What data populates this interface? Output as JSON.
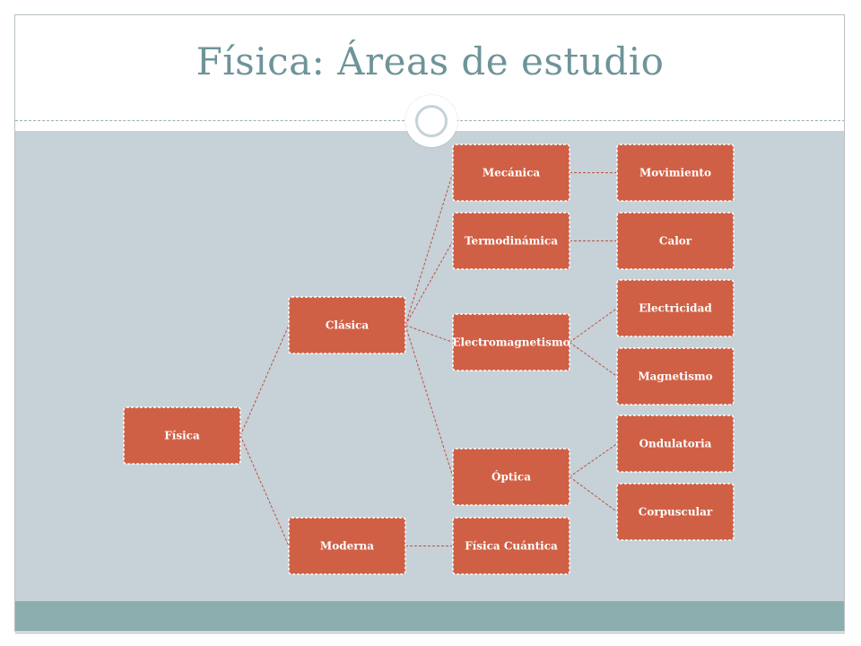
{
  "slide": {
    "title": "Física: Áreas de estudio"
  },
  "diagram": {
    "nodes": {
      "fisica": "Física",
      "clasica": "Clásica",
      "moderna": "Moderna",
      "mecanica": "Mecánica",
      "termodinamica": "Termodinámica",
      "electromagnetismo": "Electromagnetismo",
      "optica": "Óptica",
      "fisica_cuantica": "Física Cuántica",
      "movimiento": "Movimiento",
      "calor": "Calor",
      "electricidad": "Electricidad",
      "magnetismo": "Magnetismo",
      "ondulatoria": "Ondulatoria",
      "corpuscular": "Corpuscular"
    },
    "edges": [
      [
        "fisica",
        "clasica"
      ],
      [
        "fisica",
        "moderna"
      ],
      [
        "clasica",
        "mecanica"
      ],
      [
        "clasica",
        "termodinamica"
      ],
      [
        "clasica",
        "electromagnetismo"
      ],
      [
        "clasica",
        "optica"
      ],
      [
        "moderna",
        "fisica_cuantica"
      ],
      [
        "mecanica",
        "movimiento"
      ],
      [
        "termodinamica",
        "calor"
      ],
      [
        "electromagnetismo",
        "electricidad"
      ],
      [
        "electromagnetismo",
        "magnetismo"
      ],
      [
        "optica",
        "ondulatoria"
      ],
      [
        "optica",
        "corpuscular"
      ]
    ],
    "colors": {
      "node_fill": "#d06045",
      "edge": "#c0503c",
      "background": "#c6d1d8",
      "title": "#6e9499"
    }
  }
}
